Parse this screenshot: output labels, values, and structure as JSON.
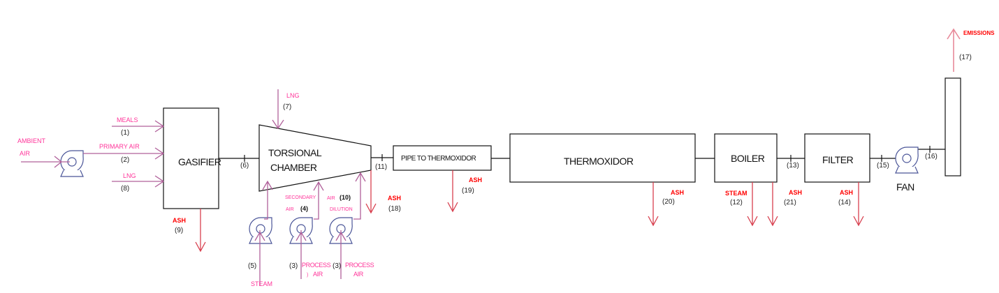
{
  "units": {
    "gasifier": "GASIFIER",
    "chamber_line1": "TORSIONAL",
    "chamber_line2": "CHAMBER",
    "pipe": "PIPE TO THERMOXIDOR",
    "thermoxidor": "THERMOXIDOR",
    "boiler": "BOILER",
    "filter": "FILTER",
    "fan": "FAN"
  },
  "streams": {
    "ambient_air_1": "AMBIENT",
    "ambient_air_2": "AIR",
    "meals": "MEALS",
    "s1": "(1)",
    "primary_air": "PRIMARY AIR",
    "s2": "(2)",
    "lng_8": "LNG",
    "s8": "(8)",
    "ash_9": "ASH",
    "s9": "(9)",
    "s6": "(6)",
    "lng_7": "LNG",
    "s7": "(7)",
    "secondary_1": "SECONDARY",
    "secondary_2": "AIR",
    "s4": "(4)",
    "dilution_1": "AIR",
    "dilution_2": "DILUTION",
    "s10": "(10)",
    "s5": "(5)",
    "steam_5": "STEAM",
    "s3a": "(3)",
    "process_a1": "PROCESS",
    "process_a2": "AIR",
    "stray": ")",
    "s3b": "(3)",
    "process_b1": "PROCESS",
    "process_b2": "AIR",
    "s11": "(11)",
    "ash_18": "ASH",
    "s18": "(18)",
    "ash_19": "ASH",
    "s19": "(19)",
    "ash_20": "ASH",
    "s20": "(20)",
    "steam_12": "STEAM",
    "s12": "(12)",
    "ash_21": "ASH",
    "s21": "(21)",
    "s13": "(13)",
    "ash_14": "ASH",
    "s14": "(14)",
    "s15": "(15)",
    "s16": "(16)",
    "emissions": "EMISSIONS",
    "s17": "(17)"
  }
}
